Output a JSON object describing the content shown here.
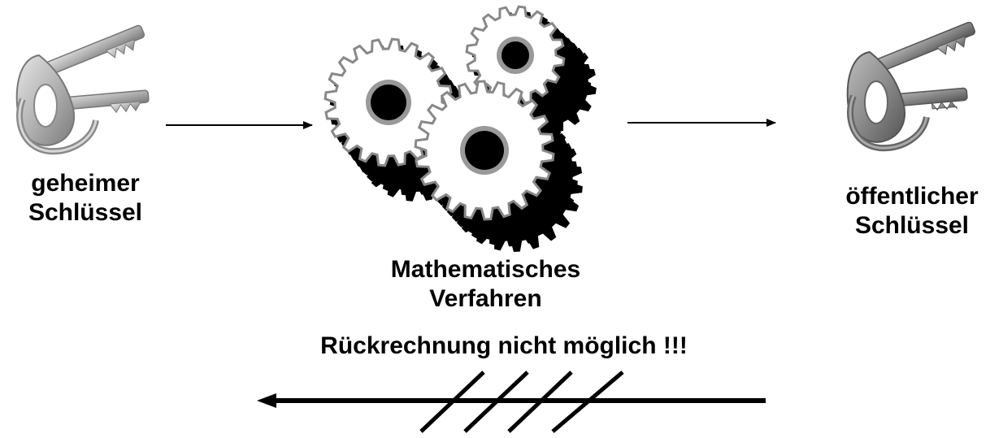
{
  "secret_key": {
    "line1": "geheimer",
    "line2": "Schlüssel",
    "icon": "key-pair-icon"
  },
  "public_key": {
    "line1": "öffentlicher",
    "line2": "Schlüssel",
    "icon": "key-pair-icon"
  },
  "method": {
    "line1": "Mathematisches",
    "line2": "Verfahren",
    "icon": "gears-icon"
  },
  "warning": {
    "text": "Rückrechnung nicht möglich !!!"
  },
  "colors": {
    "ink": "#000000",
    "background": "#ffffff",
    "key_light": "#c8c8c8",
    "key_dark": "#8a8a8a",
    "gear_face": "#ffffff",
    "gear_shadow": "#000000"
  }
}
